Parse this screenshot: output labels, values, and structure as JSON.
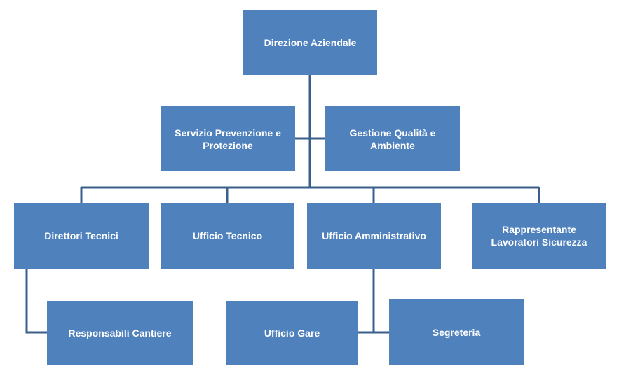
{
  "org_chart": {
    "top": {
      "label": "Direzione Aziendale"
    },
    "staff": [
      {
        "label": "Servizio Prevenzione e Protezione"
      },
      {
        "label": "Gestione Qualità e Ambiente"
      }
    ],
    "departments": [
      {
        "label": "Direttori Tecnici"
      },
      {
        "label": "Ufficio Tecnico"
      },
      {
        "label": "Ufficio Amministrativo"
      },
      {
        "label": "Rappresentante Lavoratori Sicurezza"
      }
    ],
    "sub_units": [
      {
        "label": "Responsabili Cantiere"
      },
      {
        "label": "Ufficio Gare"
      },
      {
        "label": "Segreteria"
      }
    ]
  },
  "colors": {
    "box_fill": "#4f81bd",
    "connector": "#3a5f8a",
    "text": "#ffffff"
  }
}
